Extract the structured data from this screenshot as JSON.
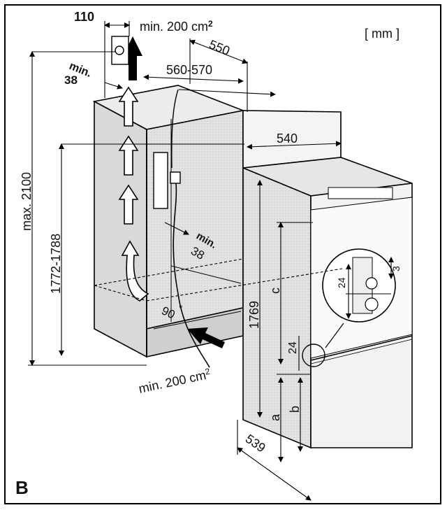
{
  "unit_label": "[ mm ]",
  "figure_letter": "B",
  "labels": {
    "top_vent": "110",
    "top_area": "min. 200 cm",
    "top_area_sup": "2",
    "depth_550": "550",
    "gap_min": "min.",
    "gap_38": "38",
    "width_range": "560-570",
    "depth_540": "540",
    "height_max": "max. 2100",
    "height_niche": "1772-1788",
    "side_min": "min.",
    "side_38": "38",
    "angle_90": "90",
    "angle_deg": "°",
    "bottom_area": "min. 200 cm",
    "bottom_area_sup": "2",
    "height_1769": "1769",
    "dim_c": "c",
    "dim_24": "24",
    "dim_a": "a",
    "dim_b": "b",
    "depth_539": "539",
    "detail_24": "24",
    "detail_3": "3"
  }
}
